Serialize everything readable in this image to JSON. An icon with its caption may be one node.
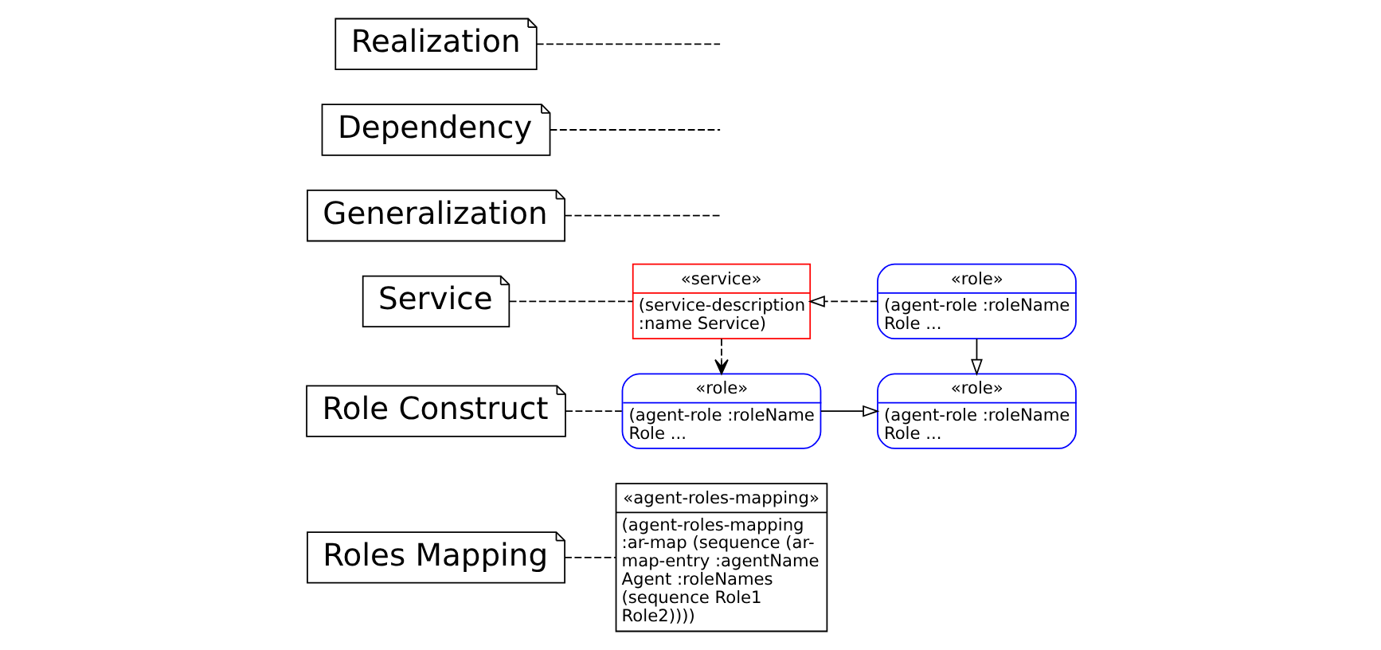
{
  "diagram": {
    "nodes": [
      {
        "text": [
          "Roles Mapping"
        ]
      },
      {
        "text": [
          "Role Construct"
        ]
      },
      {
        "text": [
          "«agent-roles-mapping»",
          "(agent-roles-mapping :ar-map (sequence (ar-map-entry :agentName Agent :roleNames (sequence Role1 Role2))))"
        ]
      },
      {
        "text": [
          "«role»",
          "(agent-role :roleName Role ..."
        ]
      },
      {
        "text": [
          "«role»",
          "(agent-role :roleName Role ..."
        ]
      },
      {
        "text": [
          "Generalization"
        ]
      },
      {
        "text": [
          "Dependency"
        ]
      },
      {
        "text": [
          "Realization"
        ]
      },
      {
        "text": [
          "Service"
        ]
      },
      {
        "text": [
          "«service»",
          "(service-description :name Service)"
        ]
      },
      {
        "text": [
          "«role»",
          "(agent-role :roleName Role ..."
        ]
      }
    ],
    "edges": [
      {
        "from": 0,
        "to": 2,
        "arrow": "none",
        "style": "dashed"
      },
      {
        "from": 1,
        "to": 3,
        "arrow": "none",
        "style": "dashed"
      },
      {
        "from": 3,
        "to": 4,
        "arrow": "to"
      },
      {
        "from": 10,
        "to": 4,
        "arrow": "to"
      },
      {
        "from": 5,
        "to": null,
        "arrow": "none",
        "style": "dashed"
      },
      {
        "from": 9,
        "to": 3,
        "arrow": "to",
        "style": "dashed"
      },
      {
        "from": 6,
        "to": null,
        "arrow": "none",
        "style": "dashed"
      },
      {
        "from": 7,
        "to": null,
        "arrow": "none",
        "style": "dashed"
      },
      {
        "from": 8,
        "to": 9,
        "arrow": "none",
        "style": "dashed"
      },
      {
        "from": 10,
        "to": 9,
        "arrow": "to",
        "style": "dashed"
      }
    ]
  }
}
